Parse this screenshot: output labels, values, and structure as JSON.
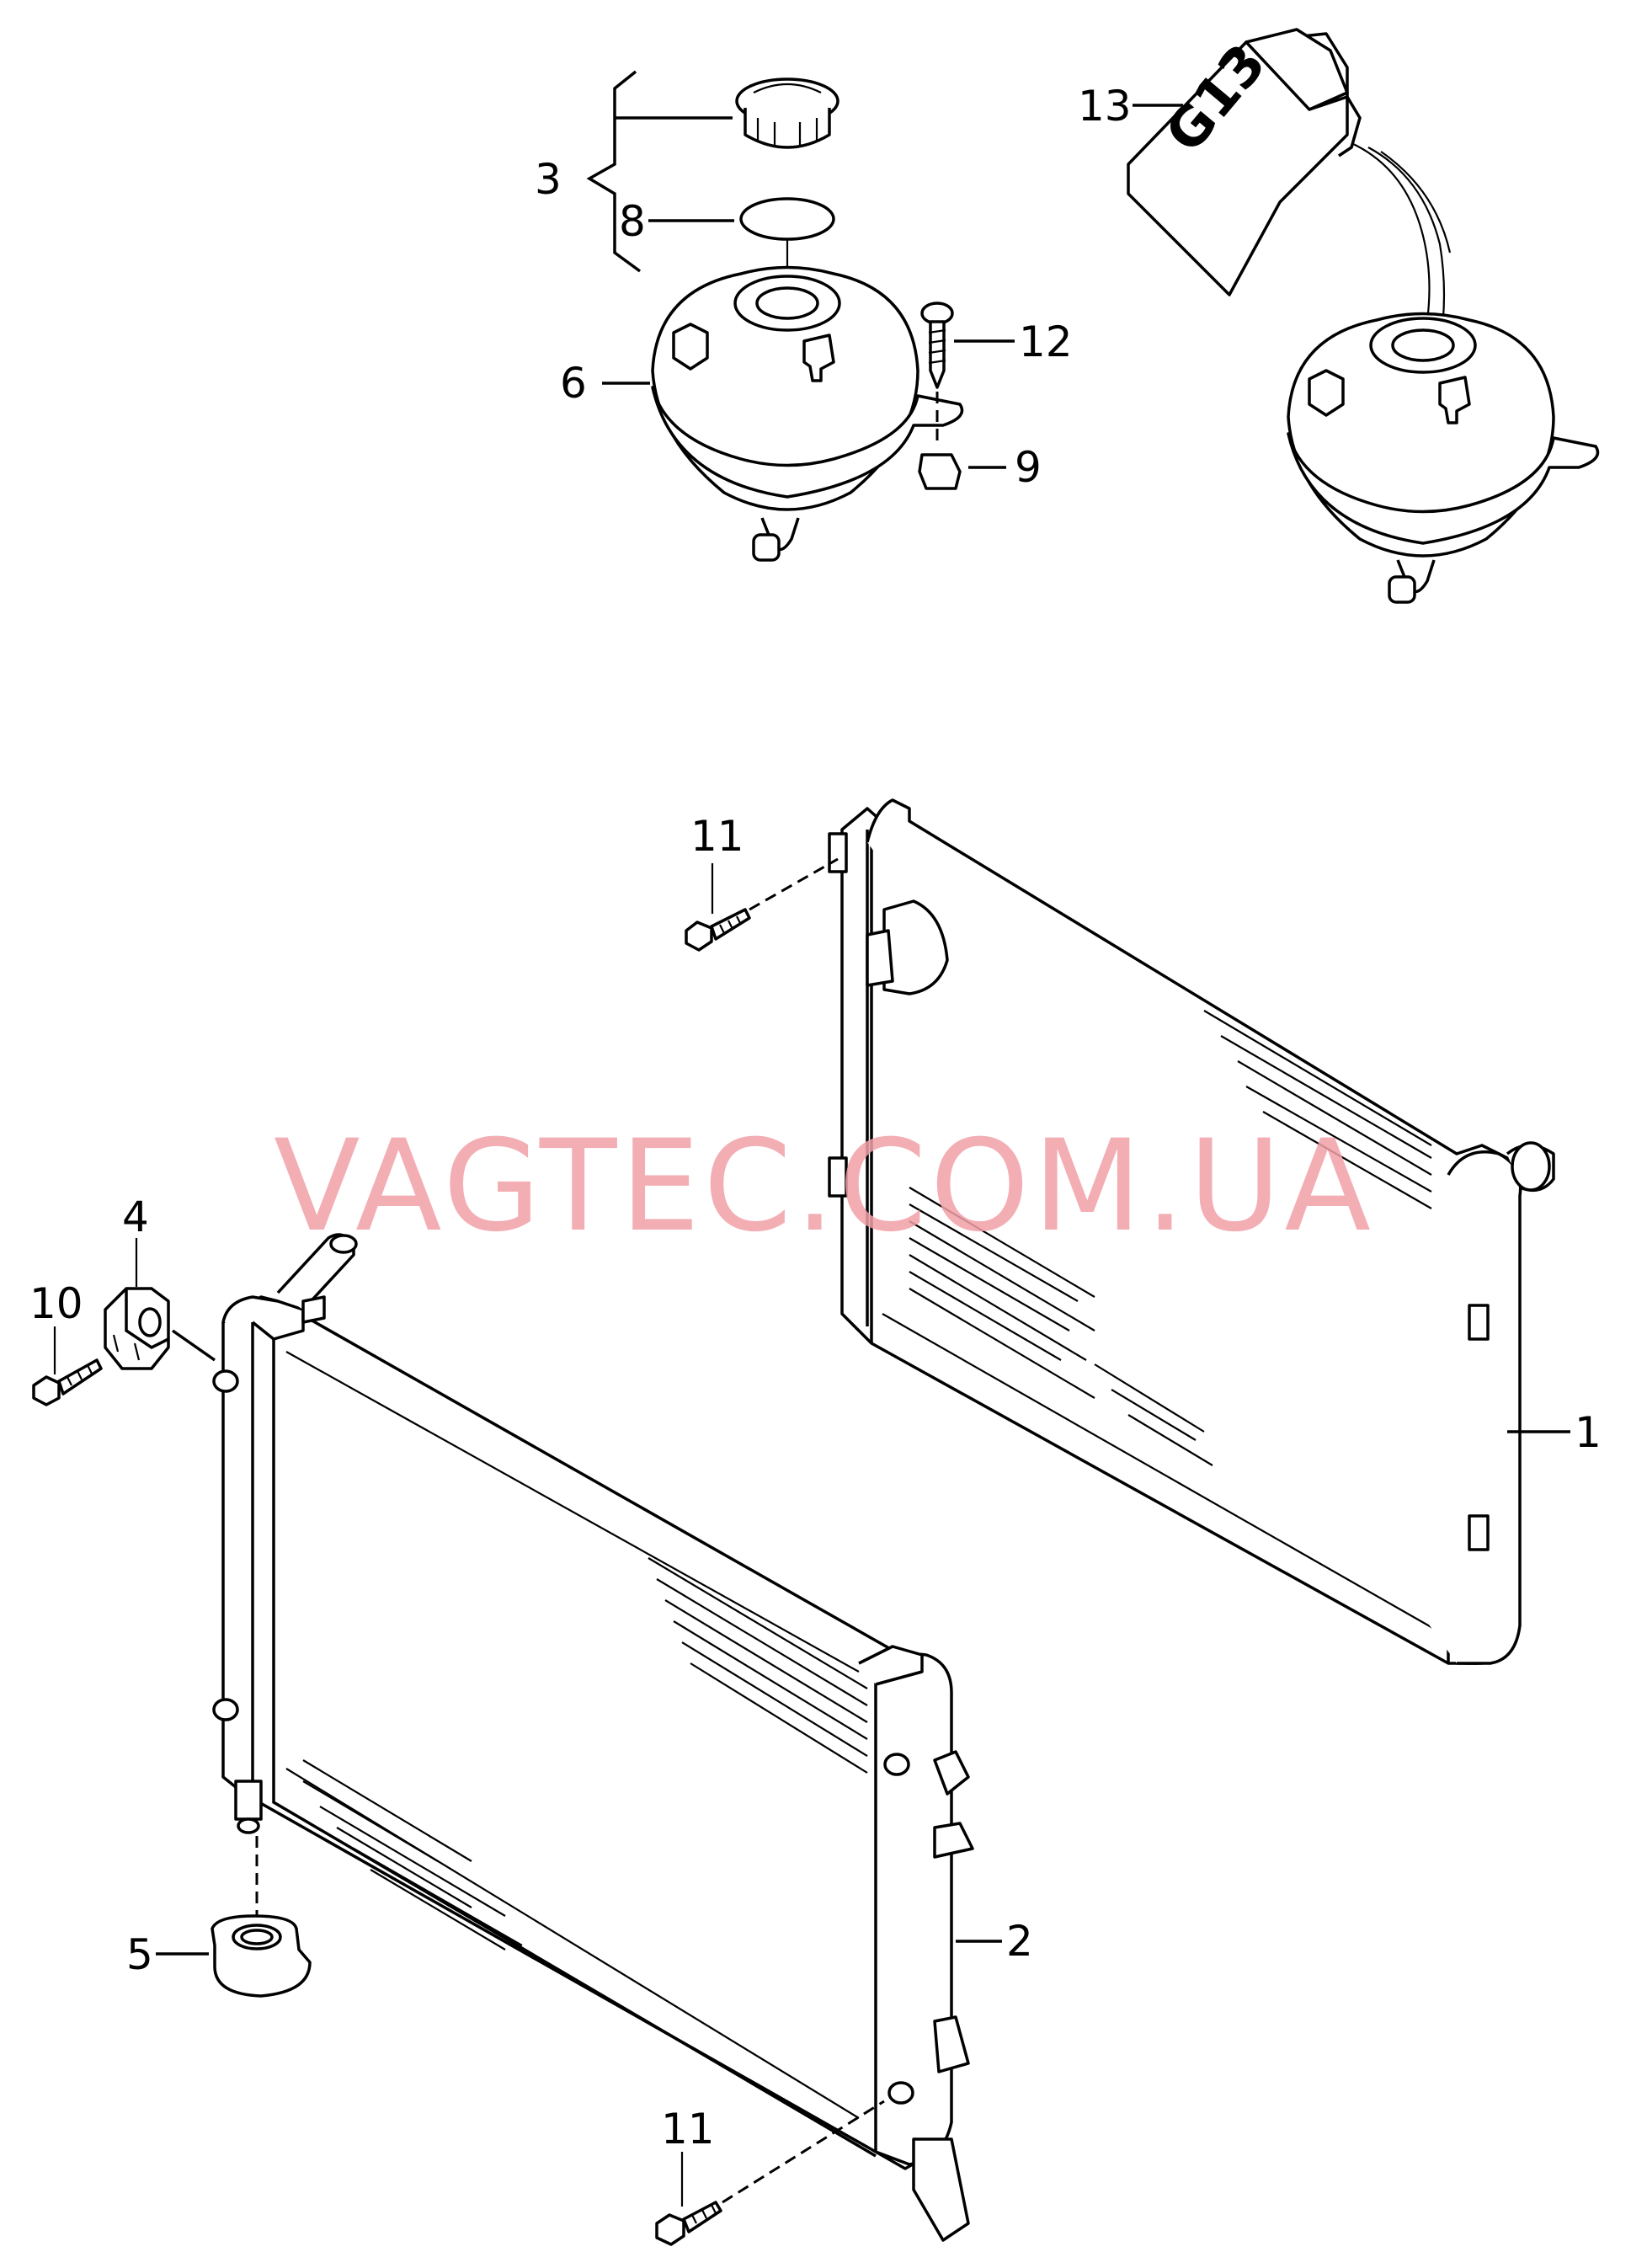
{
  "callouts": {
    "c1": "1",
    "c2": "2",
    "c3": "3",
    "c4": "4",
    "c5": "5",
    "c6": "6",
    "c8": "8",
    "c9": "9",
    "c10": "10",
    "c11a": "11",
    "c11b": "11",
    "c12": "12",
    "c13": "13"
  },
  "canister_print": "G13",
  "watermark": "VAGTEC.COM.UA"
}
